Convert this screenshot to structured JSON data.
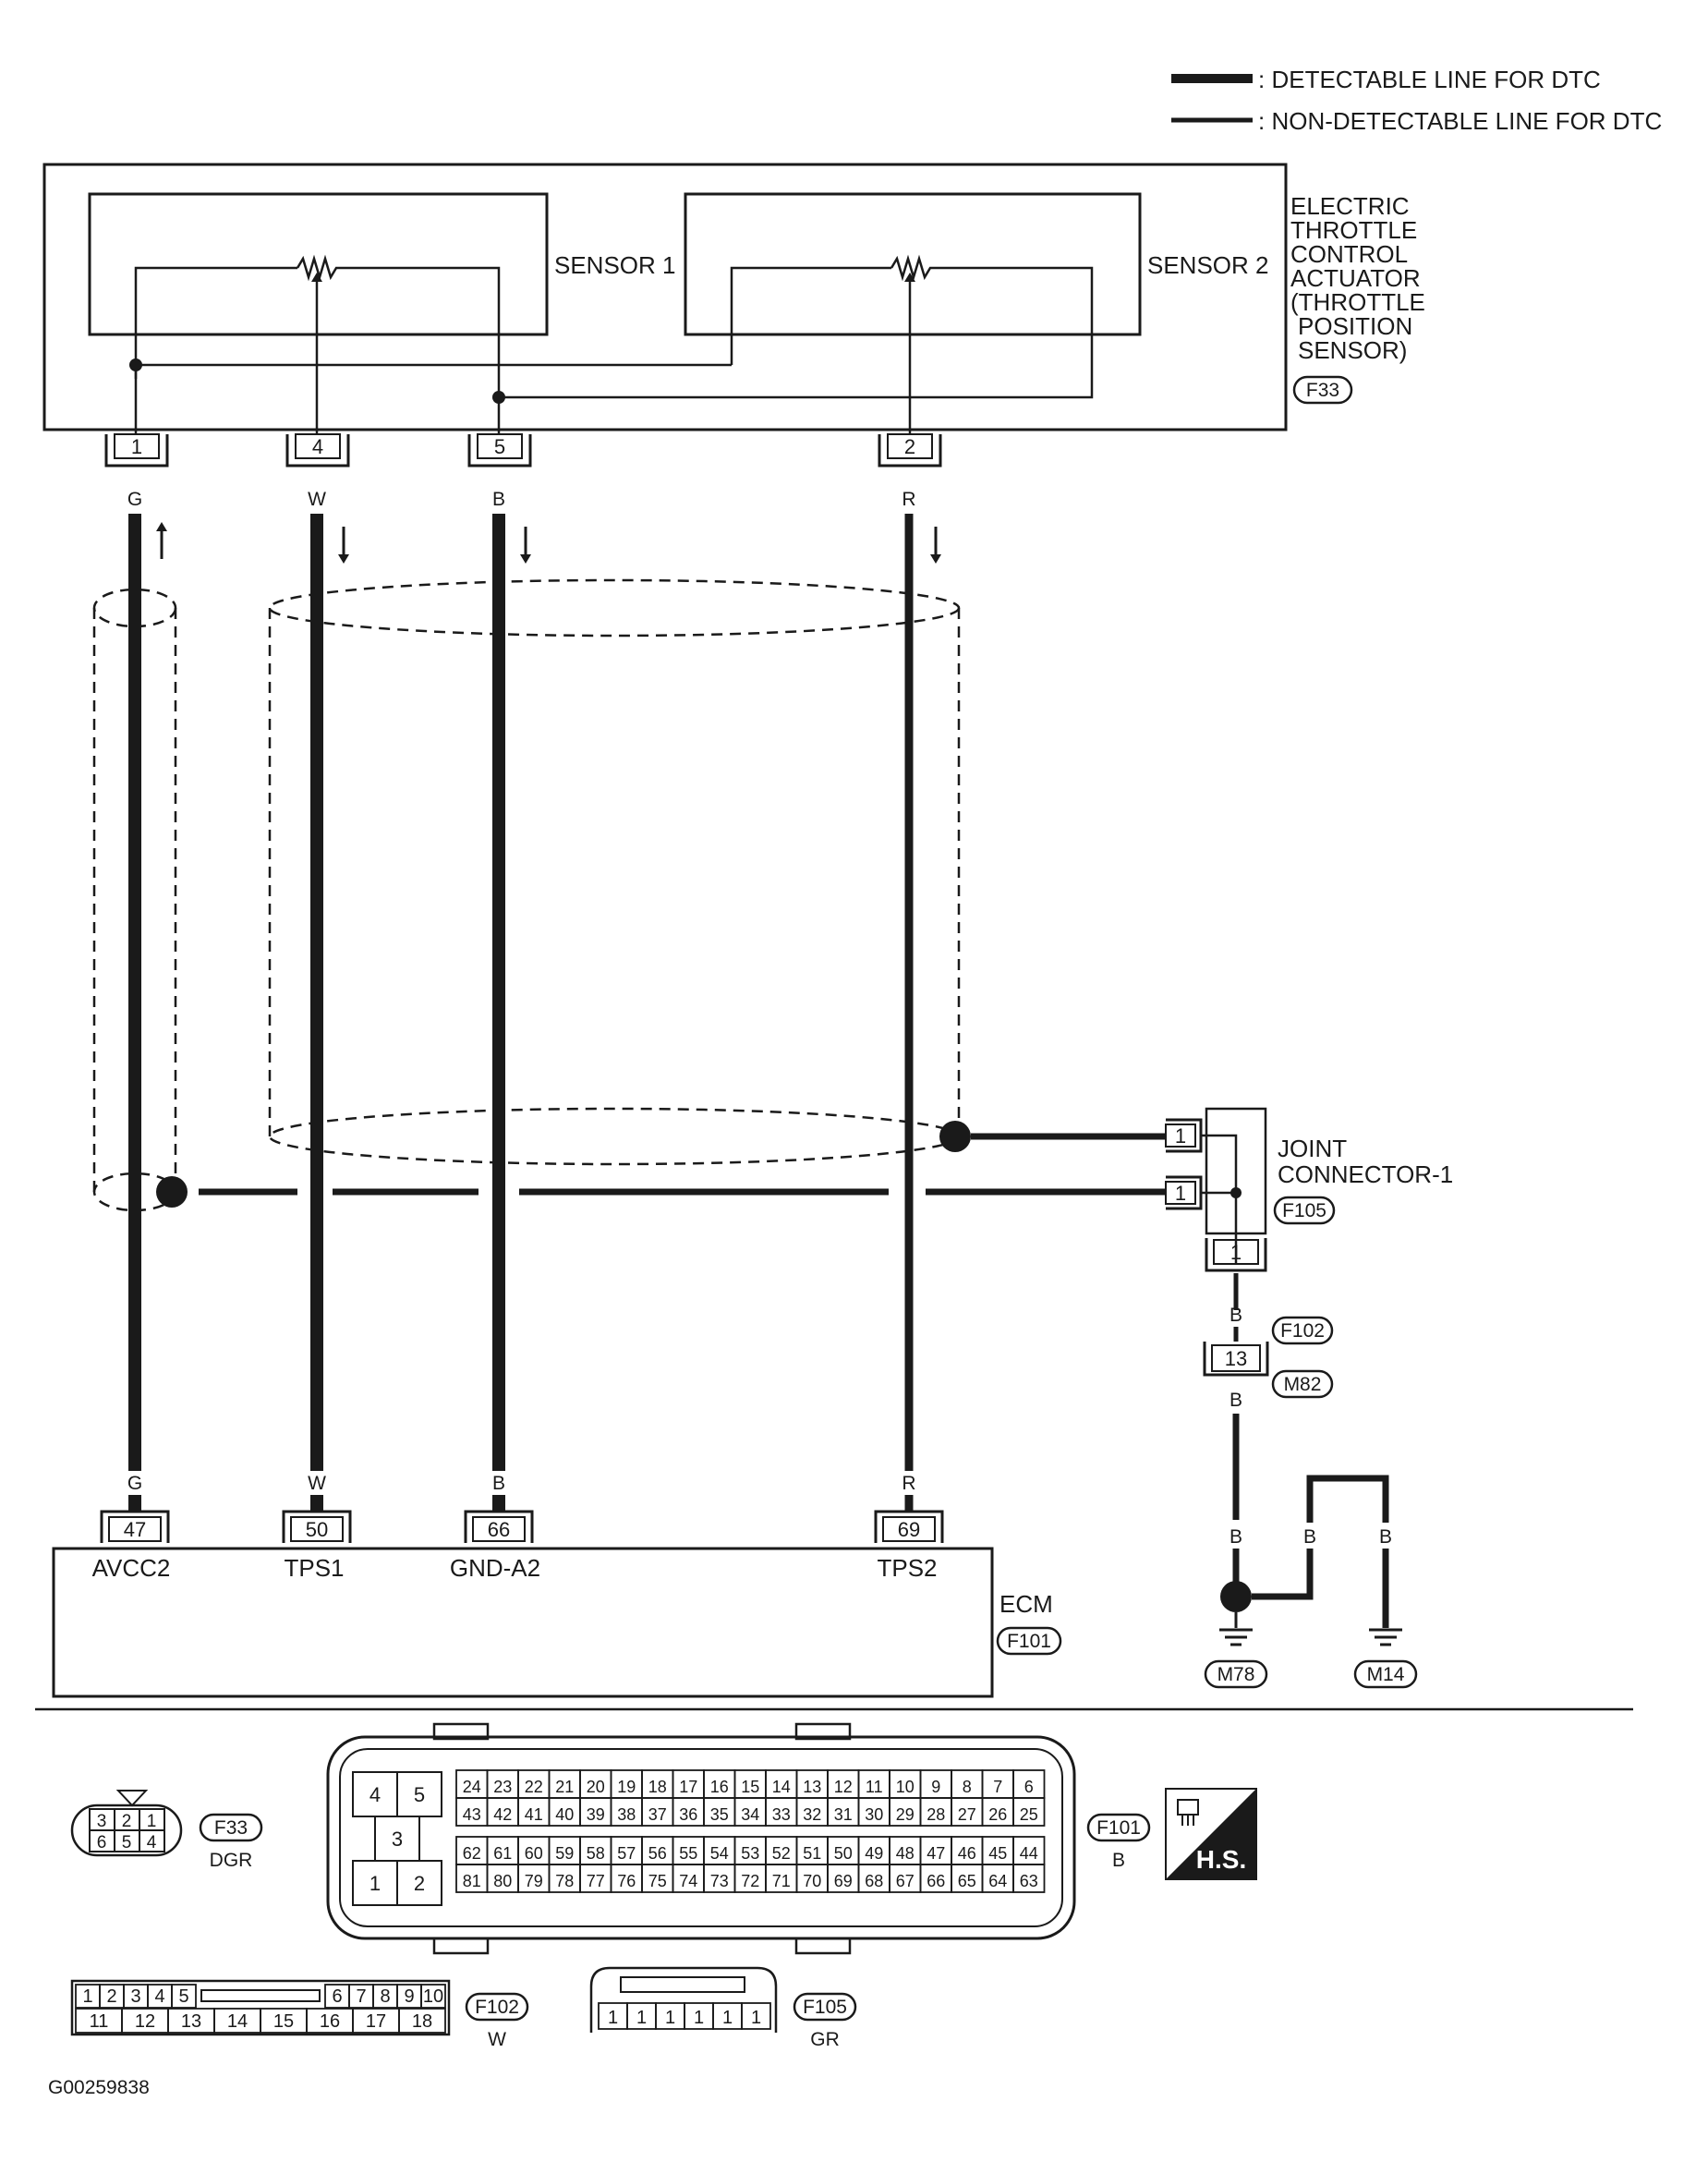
{
  "legend": {
    "detectable": ": DETECTABLE LINE FOR DTC",
    "non_detectable": ": NON-DETECTABLE LINE FOR DTC"
  },
  "actuator": {
    "title_lines": [
      "ELECTRIC",
      "THROTTLE",
      "CONTROL",
      "ACTUATOR",
      "(THROTTLE",
      "POSITION",
      "SENSOR)"
    ],
    "connector": "F33",
    "sensor1": "SENSOR 1",
    "sensor2": "SENSOR 2",
    "pins": [
      "1",
      "4",
      "5",
      "2"
    ]
  },
  "wires": {
    "colors_top": [
      "G",
      "W",
      "B",
      "R"
    ],
    "colors_bottom": [
      "G",
      "W",
      "B",
      "R"
    ]
  },
  "ecm": {
    "label": "ECM",
    "connector": "F101",
    "pins": [
      "47",
      "50",
      "66",
      "69"
    ],
    "terminals": [
      "AVCC2",
      "TPS1",
      "GND-A2",
      "TPS2"
    ]
  },
  "joint": {
    "label_lines": [
      "JOINT",
      "CONNECTOR-1"
    ],
    "connector": "F105",
    "pins": [
      "1",
      "1",
      "1"
    ],
    "wire_color": "B"
  },
  "harness": {
    "conn_top": "F102",
    "conn_bottom": "M82",
    "pin": "13",
    "wire_color": "B"
  },
  "grounds": {
    "wire_colors": [
      "B",
      "B",
      "B"
    ],
    "left": "M78",
    "right": "M14"
  },
  "connector_views": {
    "f33": {
      "label": "F33",
      "color": "DGR",
      "pins_top": [
        "3",
        "2",
        "1"
      ],
      "pins_bottom": [
        "6",
        "5",
        "4"
      ]
    },
    "f101": {
      "label": "F101",
      "color": "B",
      "big_pins": [
        "4",
        "5",
        "3",
        "1",
        "2"
      ],
      "row1": [
        "24",
        "23",
        "22",
        "21",
        "20",
        "19",
        "18",
        "17",
        "16",
        "15",
        "14",
        "13",
        "12",
        "11",
        "10",
        "9",
        "8",
        "7",
        "6"
      ],
      "row2": [
        "43",
        "42",
        "41",
        "40",
        "39",
        "38",
        "37",
        "36",
        "35",
        "34",
        "33",
        "32",
        "31",
        "30",
        "29",
        "28",
        "27",
        "26",
        "25"
      ],
      "row3": [
        "62",
        "61",
        "60",
        "59",
        "58",
        "57",
        "56",
        "55",
        "54",
        "53",
        "52",
        "51",
        "50",
        "49",
        "48",
        "47",
        "46",
        "45",
        "44"
      ],
      "row4": [
        "81",
        "80",
        "79",
        "78",
        "77",
        "76",
        "75",
        "74",
        "73",
        "72",
        "71",
        "70",
        "69",
        "68",
        "67",
        "66",
        "65",
        "64",
        "63"
      ]
    },
    "f102": {
      "label": "F102",
      "color": "W",
      "row1_left": [
        "1",
        "2",
        "3",
        "4",
        "5"
      ],
      "row1_right": [
        "6",
        "7",
        "8",
        "9",
        "10"
      ],
      "row2": [
        "11",
        "12",
        "13",
        "14",
        "15",
        "16",
        "17",
        "18"
      ]
    },
    "f105": {
      "label": "F105",
      "color": "GR",
      "pins": [
        "1",
        "1",
        "1",
        "1",
        "1",
        "1"
      ]
    }
  },
  "hs_badge": "H.S.",
  "code": "G00259838"
}
